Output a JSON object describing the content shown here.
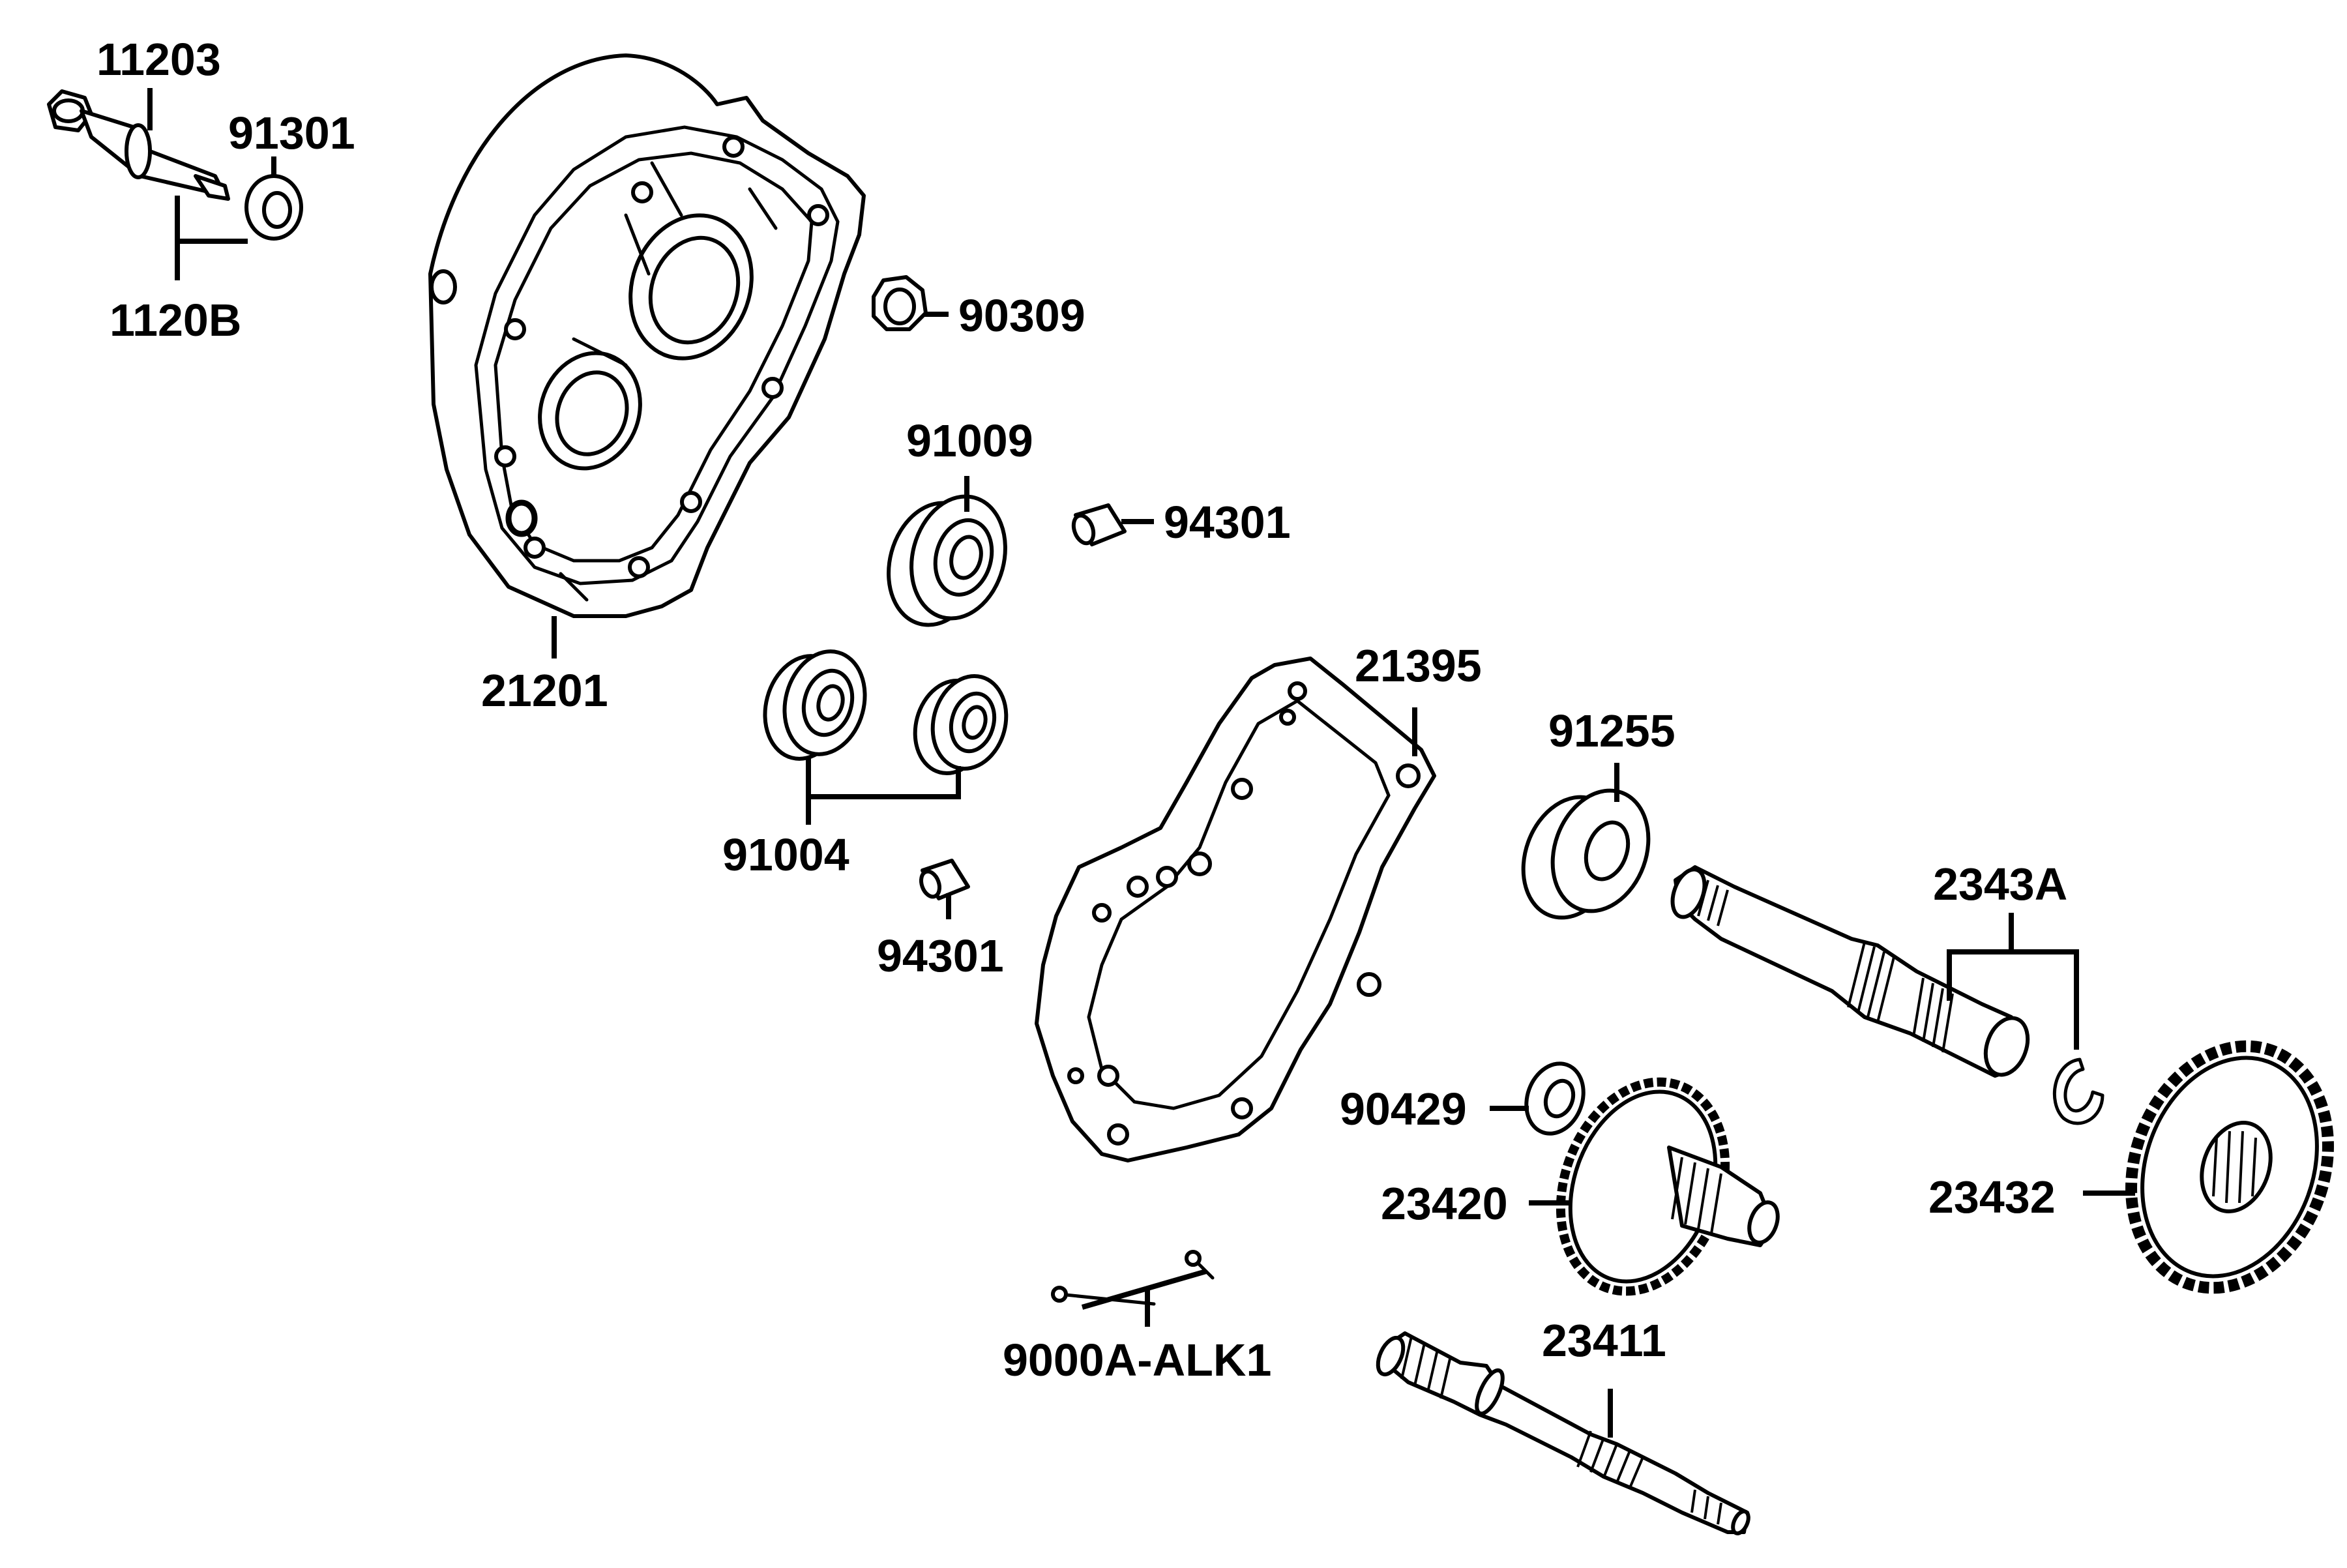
{
  "diagram": {
    "labels": {
      "p11203": "11203",
      "p91301": "91301",
      "p1120B": "1120B",
      "p90309": "90309",
      "p91009": "91009",
      "p94301a": "94301",
      "p21201": "21201",
      "p21395": "21395",
      "p91255": "91255",
      "p91004": "91004",
      "p94301b": "94301",
      "p2343A": "2343A",
      "p90429": "90429",
      "p23420": "23420",
      "p23432": "23432",
      "p9000A": "9000A-ALK1",
      "p23411": "23411"
    }
  }
}
